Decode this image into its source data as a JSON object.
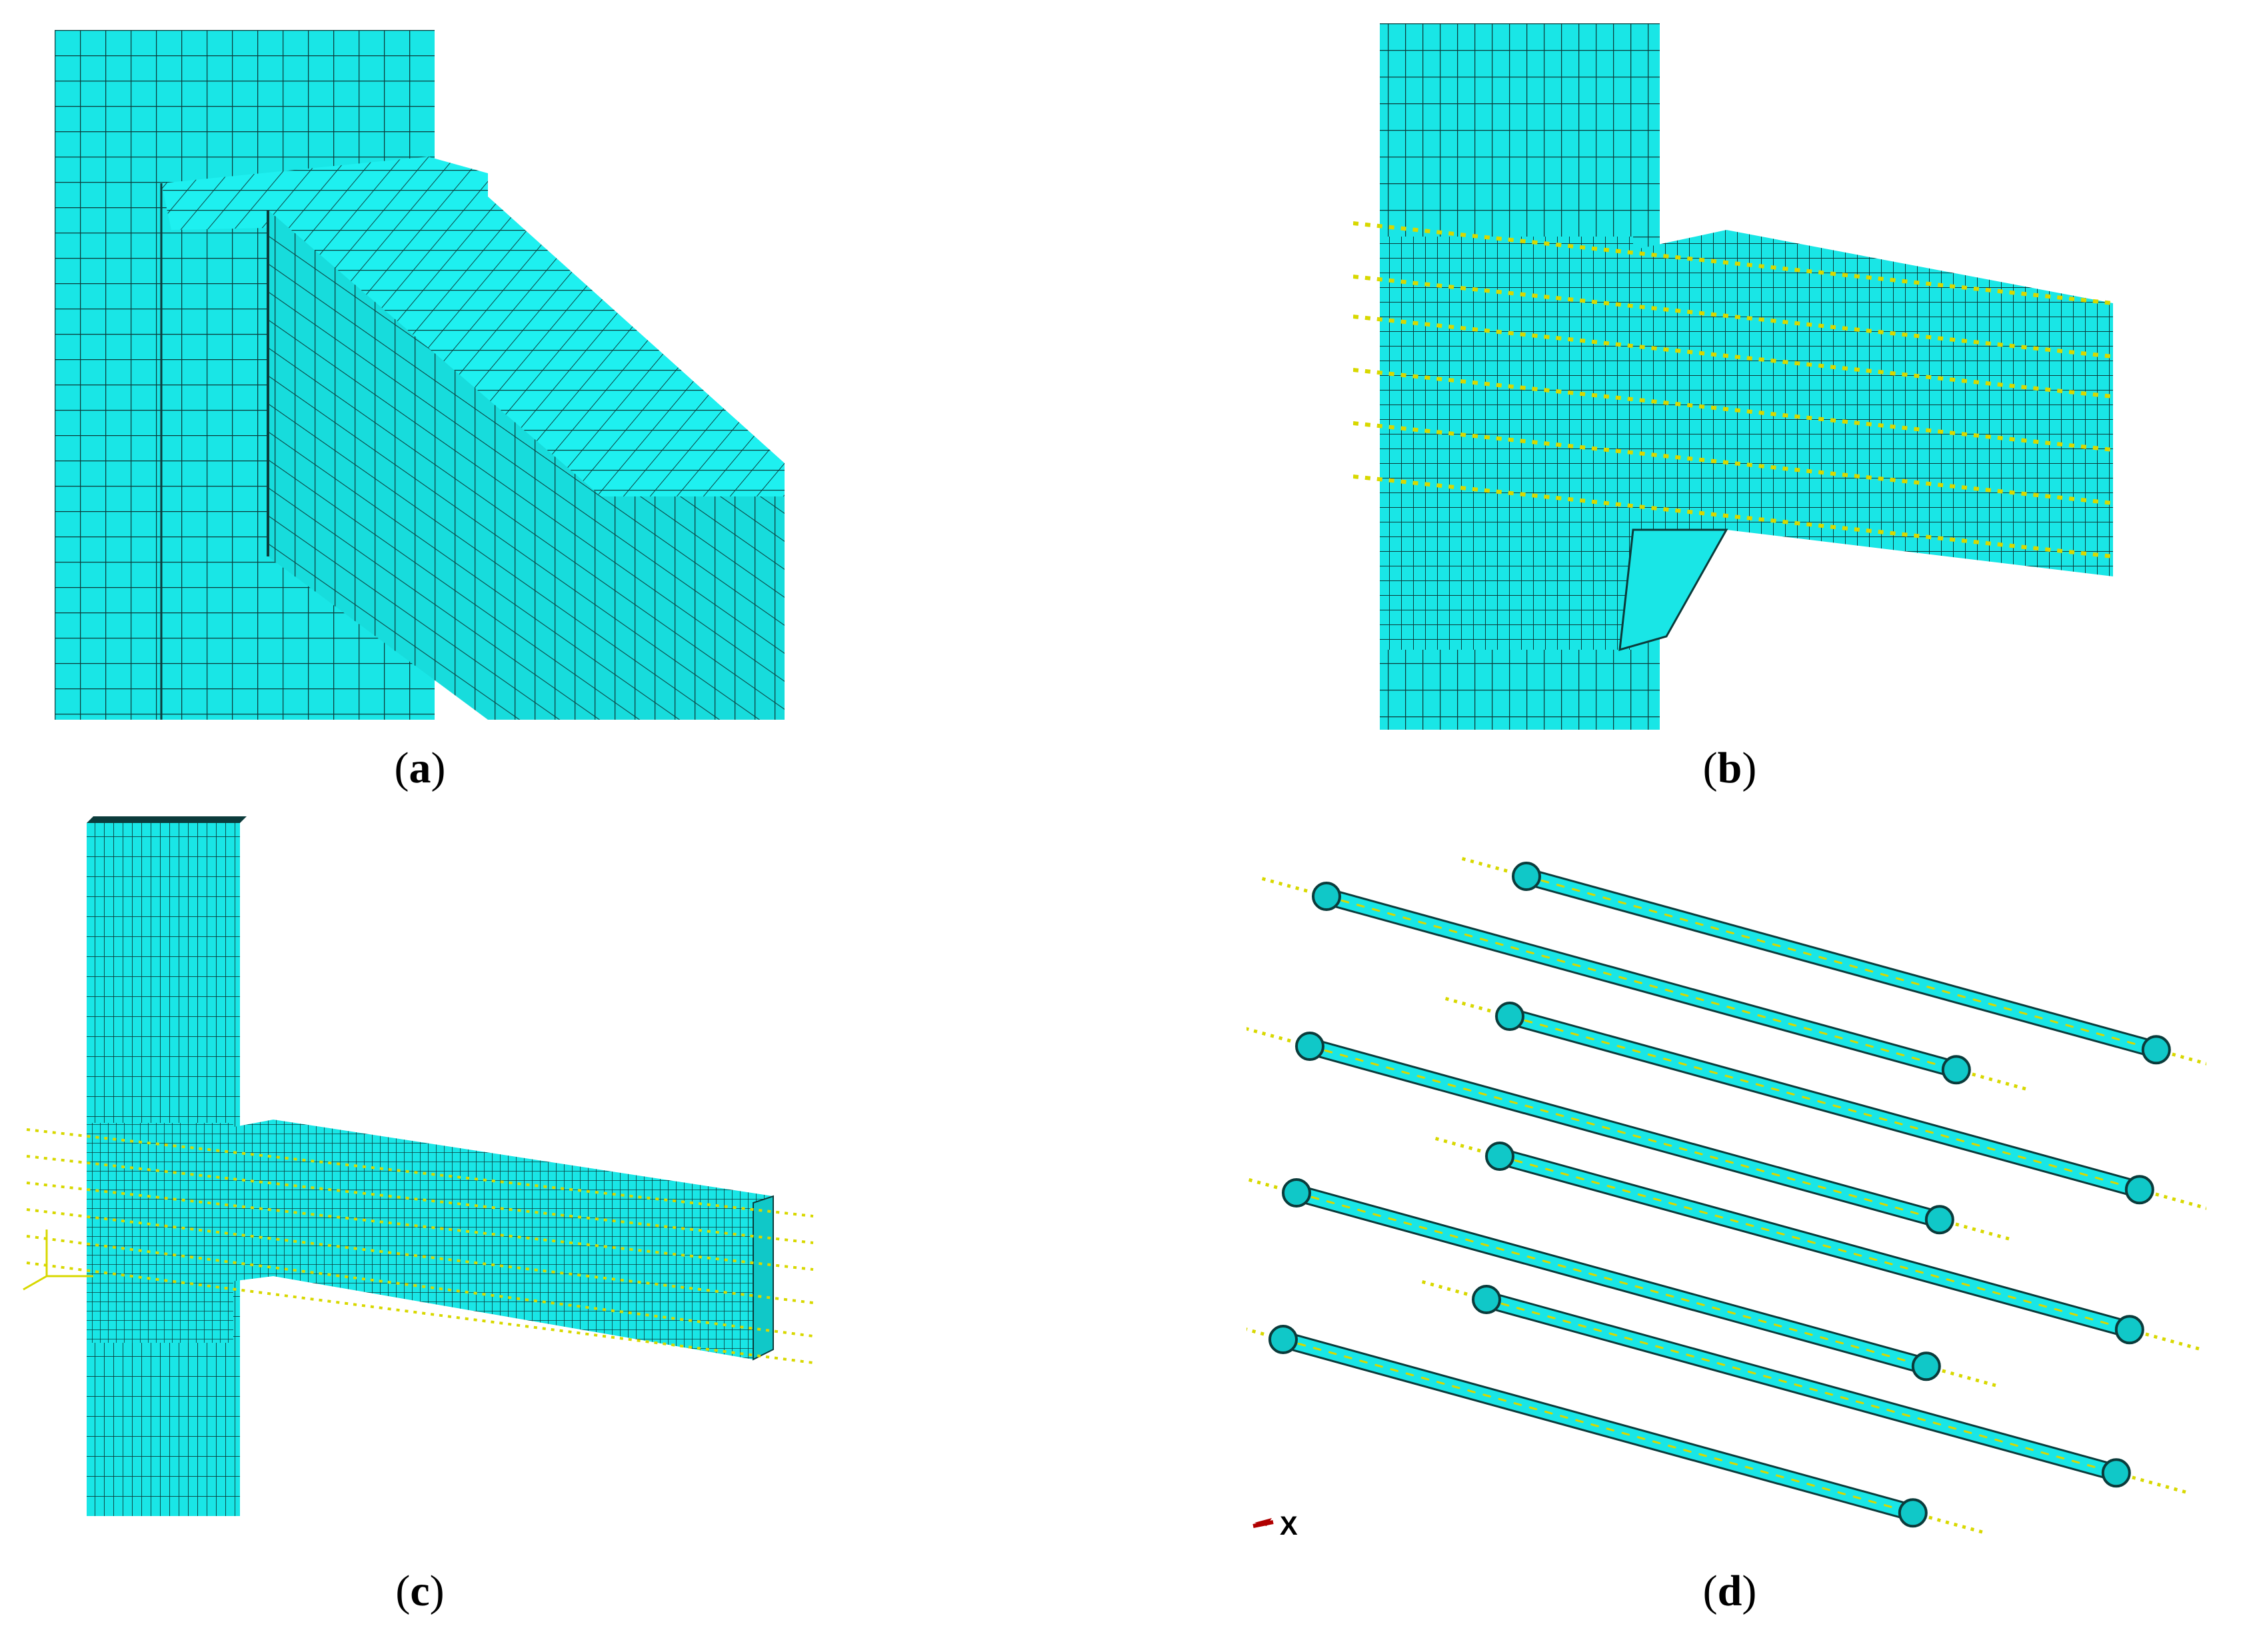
{
  "panels": [
    {
      "id": "a",
      "label": "a"
    },
    {
      "id": "b",
      "label": "b"
    },
    {
      "id": "c",
      "label": "c"
    },
    {
      "id": "d",
      "label": "d",
      "axis_label": "X"
    }
  ],
  "colors": {
    "mesh_fill": "#19e6e6",
    "mesh_fill_dark": "#10c8c8",
    "mesh_line": "#0b3b3b",
    "tendon_dots": "#d8d800",
    "axis_arrow": "#b00000"
  }
}
